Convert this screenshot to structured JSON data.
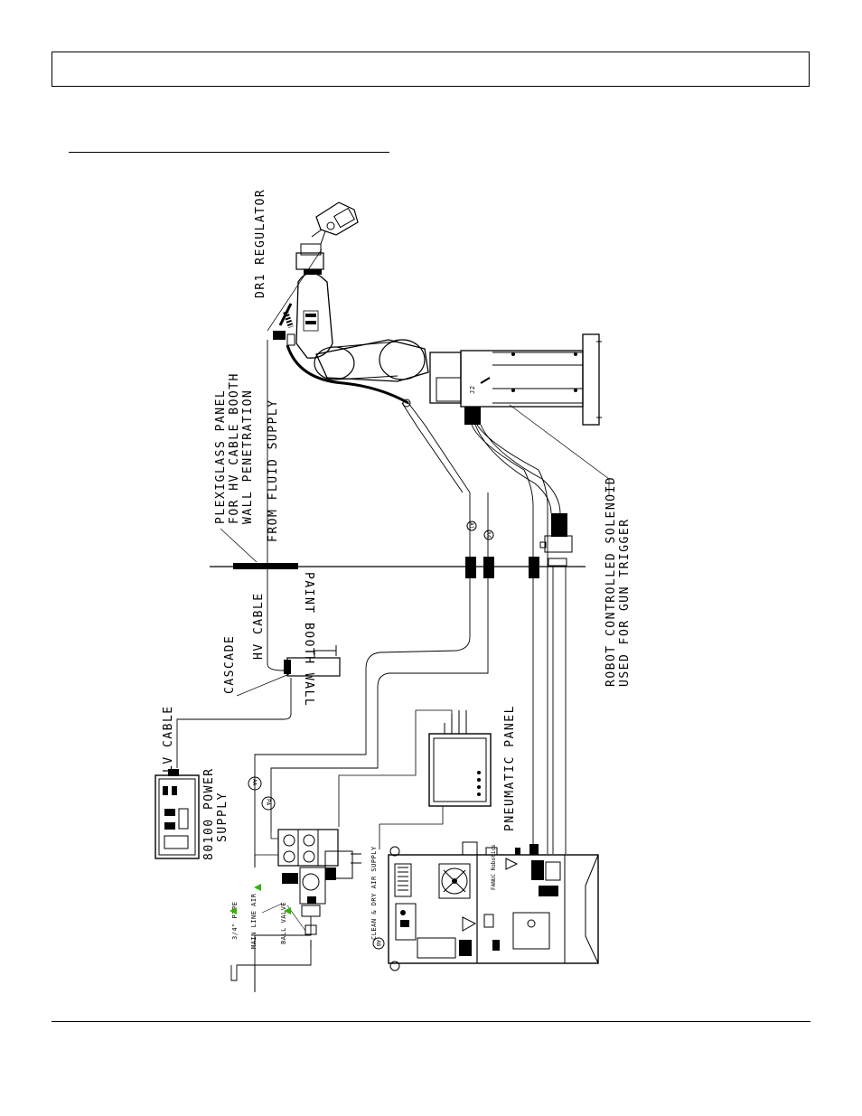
{
  "labels": {
    "dr1_regulator": "DR1 REGULATOR",
    "plexiglass_panel_1": "PLEXIGLASS PANEL",
    "plexiglass_panel_2": "FOR HV CABLE BOOTH",
    "plexiglass_panel_3": "WALL PENETRATION",
    "from_fluid_supply": "FROM FLUID SUPPLY",
    "paint_booth_wall": "PAINT BOOTH WALL",
    "robot_solenoid_1": "ROBOT CONTROLLED SOLENOID",
    "robot_solenoid_2": "USED FOR GUN TRIGGER",
    "hv_cable": "HV CABLE",
    "cascade": "CASCADE",
    "lv_cable": "LV CABLE",
    "power_supply_1": "80100 POWER",
    "power_supply_2": "SUPPLY",
    "pneumatic_panel": "PNEUMATIC PANEL",
    "pipe": "3/4\" PIPE",
    "main_line_air": "MAIN LINE AIR",
    "ball_valve": "BALL VALVE",
    "clean_dry_air": "CLEAN & DRY AIR SUPPLY"
  },
  "callouts": {
    "aa": "AA",
    "pa": "PA",
    "a1": "A1",
    "a4": "A4",
    "a8": "A8"
  },
  "accent_color": "#2fb400"
}
